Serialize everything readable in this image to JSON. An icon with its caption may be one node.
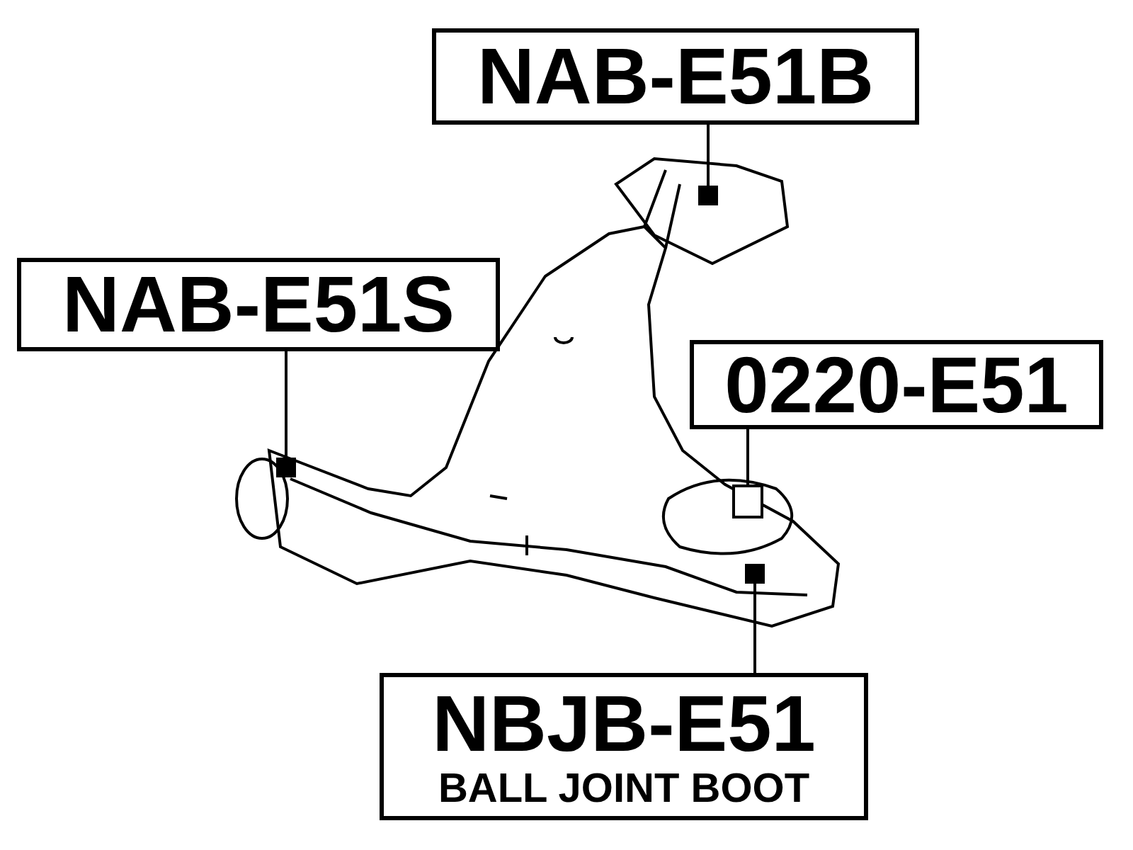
{
  "diagram": {
    "nodes": [
      {
        "text": [
          "NAB-E51B"
        ]
      },
      {
        "text": [],
        "shape": "box"
      },
      {
        "text": [
          "NAB-E51S"
        ]
      },
      {
        "text": [],
        "shape": "box"
      },
      {
        "text": [
          "0220-E51"
        ]
      },
      {
        "text": [],
        "shape": "box"
      },
      {
        "text": [
          "NBJB-E51",
          "BALL JOINT BOOT"
        ]
      },
      {
        "text": [],
        "shape": "box"
      }
    ],
    "edges": [
      {
        "from": 0,
        "to": 1,
        "arrow": "none"
      },
      {
        "from": 2,
        "to": 3,
        "arrow": "none"
      },
      {
        "from": 4,
        "to": 5,
        "arrow": "none"
      },
      {
        "from": 6,
        "to": 7,
        "arrow": "none"
      }
    ]
  }
}
